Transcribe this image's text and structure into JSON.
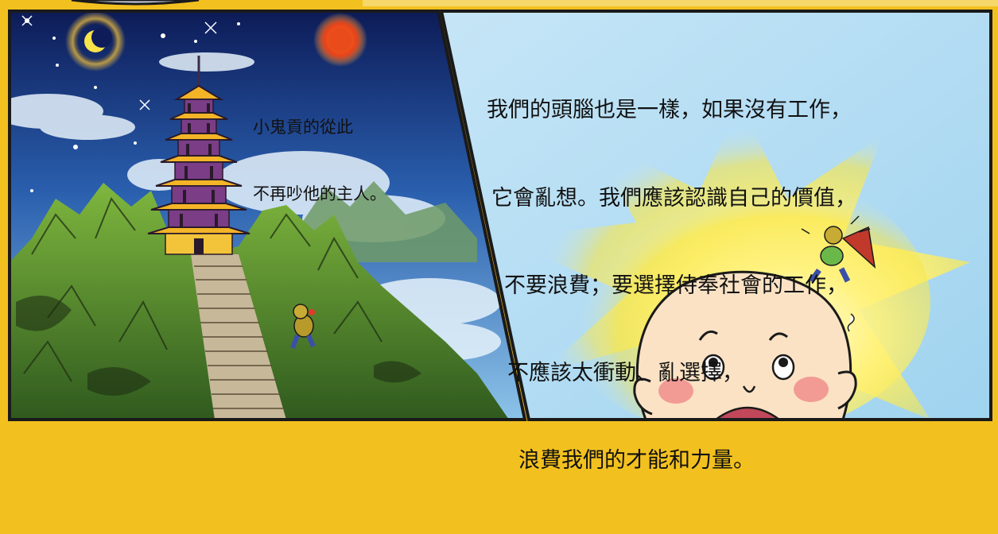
{
  "panels": [
    {
      "caption_lines": [
        "小鬼貢的從此",
        "不再吵他的主人。"
      ]
    },
    {
      "caption_lines": [
        "我們的頭腦也是一樣，如果沒有工作，",
        "它會亂想。我們應該認識自己的價值，",
        "不要浪費；要選擇侍奉社會的工作，",
        "不應該太衝動、亂選擇，",
        "浪費我們的才能和力量。"
      ]
    }
  ],
  "colors": {
    "border": "#1a1a1a",
    "gutter": "#f3c11f",
    "sky_top": "#0d1a55",
    "sky_mid": "#2d63b3",
    "mountain": "#4f8a2c",
    "pagoda_gold": "#f3b428",
    "pagoda_purple": "#7a3d86",
    "sun": "#e94b1b",
    "moon": "#f7e34a",
    "glow": "#fff6a0",
    "skin": "#fbe2c4",
    "blush": "#f08a8a"
  },
  "icons": {
    "moon": "crescent-moon-icon",
    "sun": "sun-icon",
    "pagoda": "pagoda-illustration",
    "imp": "small-imp-figure",
    "boy": "bald-boy-face"
  }
}
